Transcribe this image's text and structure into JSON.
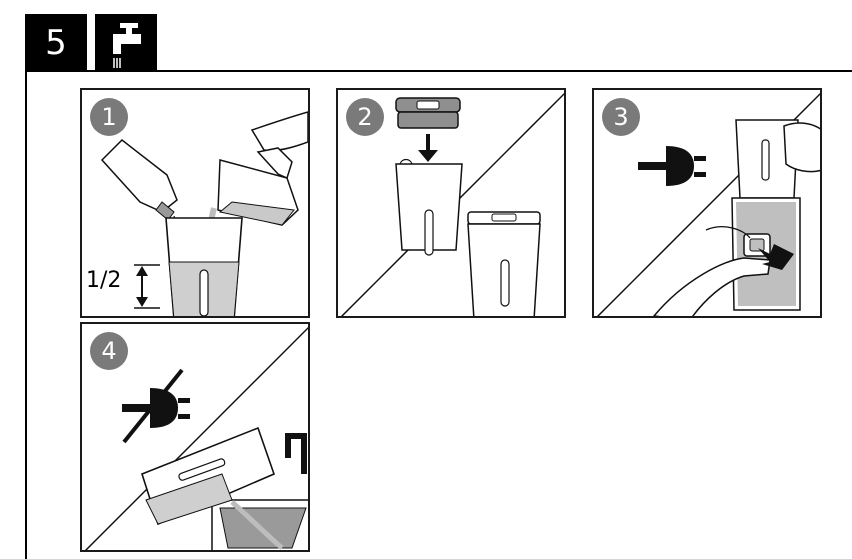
{
  "header": {
    "section_number": "5",
    "tap_icon": "water-tap-icon"
  },
  "panels": [
    {
      "number": "1",
      "label": "1/2"
    },
    {
      "number": "2"
    },
    {
      "number": "3",
      "icon": "plug-icon"
    },
    {
      "number": "4",
      "icon": "unplugged-icon"
    }
  ]
}
